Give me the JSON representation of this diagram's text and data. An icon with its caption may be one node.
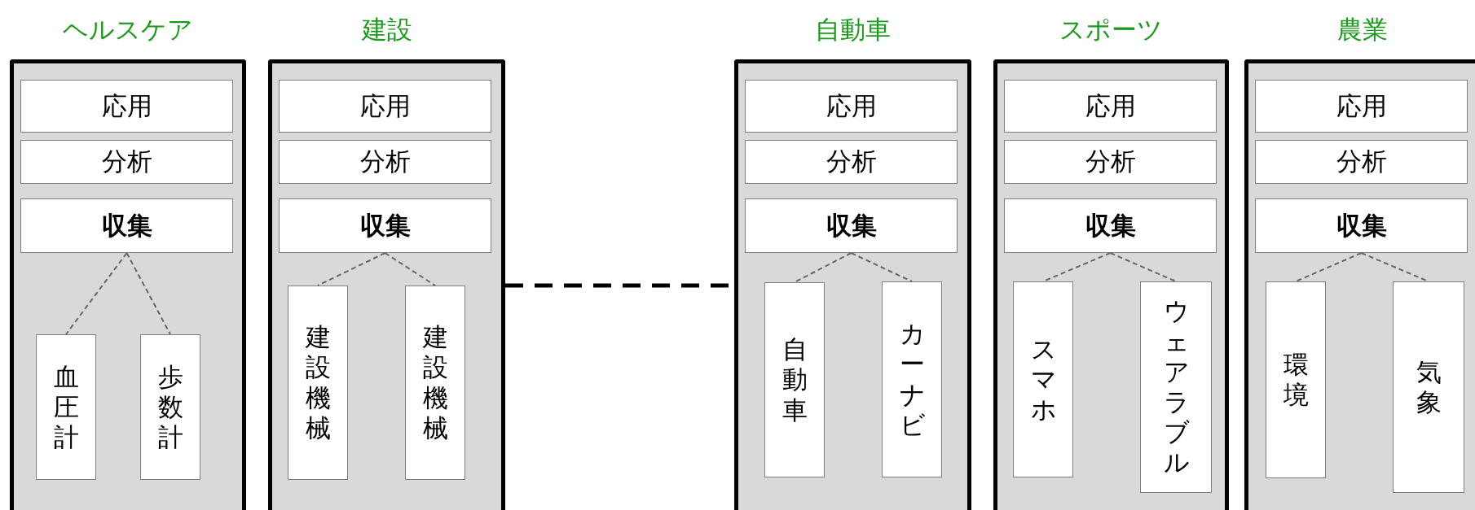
{
  "diagram": {
    "nodes": [
      {
        "text": [
          "ヘルスケア"
        ]
      },
      {
        "text": [
          "応用"
        ],
        "in": 0
      },
      {
        "text": [
          "分析"
        ],
        "in": 0
      },
      {
        "text": [
          "収集"
        ],
        "in": 0
      },
      {
        "text": [
          "血圧計"
        ],
        "in": 0
      },
      {
        "text": [
          "歩数計"
        ],
        "in": 0
      },
      {
        "text": [
          "建設"
        ]
      },
      {
        "text": [
          "応用"
        ],
        "in": 6
      },
      {
        "text": [
          "分析"
        ],
        "in": 6
      },
      {
        "text": [
          "収集"
        ],
        "in": 6
      },
      {
        "text": [
          "建設機械"
        ],
        "in": 6
      },
      {
        "text": [
          "建設機械"
        ],
        "in": 6
      },
      {
        "text": [
          "自動車"
        ]
      },
      {
        "text": [
          "応用"
        ],
        "in": 12
      },
      {
        "text": [
          "分析"
        ],
        "in": 12
      },
      {
        "text": [
          "収集"
        ],
        "in": 12
      },
      {
        "text": [
          "自動車"
        ],
        "in": 12
      },
      {
        "text": [
          "カーナビ"
        ],
        "in": 12
      },
      {
        "text": [
          "スポーツ"
        ]
      },
      {
        "text": [
          "応用"
        ],
        "in": 18
      },
      {
        "text": [
          "分析"
        ],
        "in": 18
      },
      {
        "text": [
          "収集"
        ],
        "in": 18
      },
      {
        "text": [
          "スマホ"
        ],
        "in": 18
      },
      {
        "text": [
          "ウェアラブル"
        ],
        "in": 18
      },
      {
        "text": [
          "農業"
        ]
      },
      {
        "text": [
          "応用"
        ],
        "in": 24
      },
      {
        "text": [
          "分析"
        ],
        "in": 24
      },
      {
        "text": [
          "収集"
        ],
        "in": 24
      },
      {
        "text": [
          "環境"
        ],
        "in": 24
      },
      {
        "text": [
          "気象"
        ],
        "in": 24
      }
    ],
    "edges": [
      {
        "from": 3,
        "to": 4,
        "arrow": "none",
        "style": "dashed"
      },
      {
        "from": 3,
        "to": 5,
        "arrow": "none",
        "style": "dashed"
      },
      {
        "from": 9,
        "to": 10,
        "arrow": "none",
        "style": "dashed"
      },
      {
        "from": 9,
        "to": 11,
        "arrow": "none",
        "style": "dashed"
      },
      {
        "from": 15,
        "to": 16,
        "arrow": "none",
        "style": "dashed"
      },
      {
        "from": 15,
        "to": 17,
        "arrow": "none",
        "style": "dashed"
      },
      {
        "from": 21,
        "to": 22,
        "arrow": "none",
        "style": "dashed"
      },
      {
        "from": 21,
        "to": 23,
        "arrow": "none",
        "style": "dashed"
      },
      {
        "from": 27,
        "to": 28,
        "arrow": "none",
        "style": "dashed"
      },
      {
        "from": 27,
        "to": 29,
        "arrow": "none",
        "style": "dashed"
      },
      {
        "from": 6,
        "to": 12,
        "arrow": "none",
        "style": "dashed",
        "color": "#000000"
      }
    ]
  }
}
